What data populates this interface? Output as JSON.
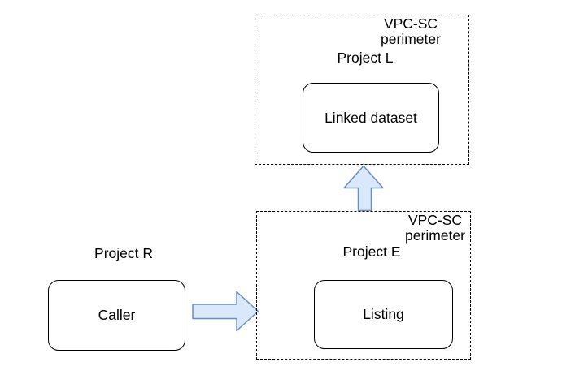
{
  "diagram": {
    "perimeter_top": {
      "perimeter_line1": "VPC-SC",
      "perimeter_line2": "perimeter",
      "project_label": "Project L",
      "node_label": "Linked dataset"
    },
    "perimeter_bottom": {
      "perimeter_line1": "VPC-SC",
      "perimeter_line2": "perimeter",
      "project_label": "Project E",
      "node_label": "Listing"
    },
    "external": {
      "project_label": "Project R",
      "node_label": "Caller"
    },
    "arrows": [
      {
        "name": "caller-to-listing",
        "direction": "right"
      },
      {
        "name": "listing-to-linked-dataset",
        "direction": "up"
      }
    ]
  },
  "colors": {
    "background": "#ffffff",
    "line": "#000000",
    "text": "#000000",
    "arrow_fill": "#dae8fc",
    "arrow_stroke": "#6c8ebf"
  }
}
